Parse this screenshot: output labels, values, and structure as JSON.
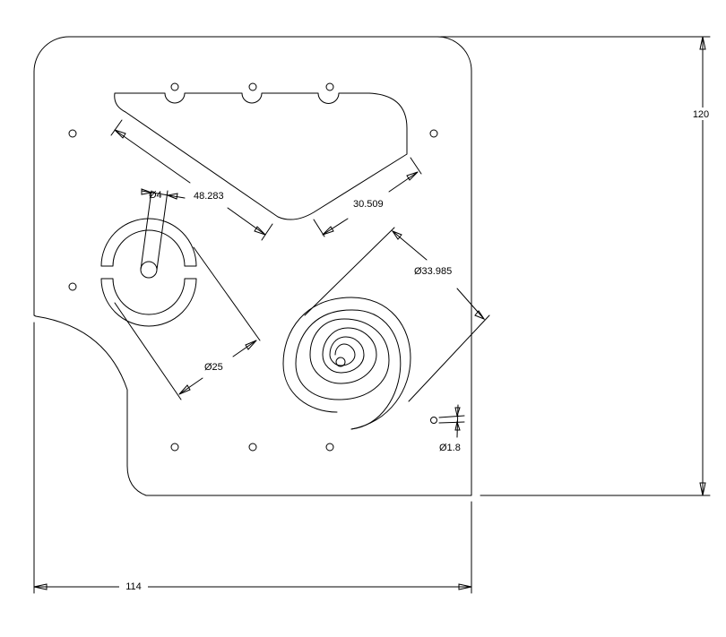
{
  "drawing": {
    "dimensions": {
      "overall_width": "114",
      "overall_height": "120",
      "slanted_edge_length": "48.283",
      "right_edge_length": "30.509",
      "spiral_diameter": "Ø33.985",
      "pin_diameter": "Ø4",
      "ring_diameter": "Ø25",
      "small_hole_diameter": "Ø1.8"
    }
  }
}
